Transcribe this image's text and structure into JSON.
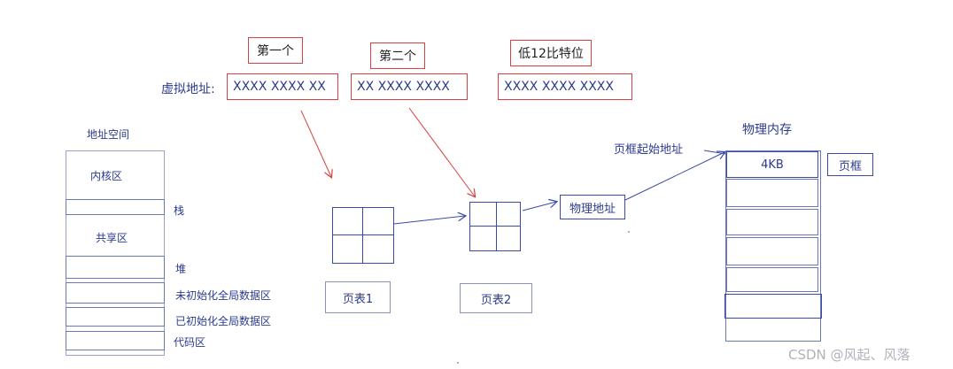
{
  "top_labels": {
    "first": "第一个",
    "second": "第二个",
    "low_bits": "低12比特位"
  },
  "virtual_address": {
    "label": "虚拟地址:",
    "seg1": "XXXX XXXX  XX",
    "seg2": "XX XXXX  XXXX",
    "seg3": "XXXX  XXXX XXXX"
  },
  "address_space": {
    "title": "地址空间",
    "kernel": "内核区",
    "stack": "栈",
    "shared": "共享区",
    "heap": "堆",
    "bss": "未初始化全局数据区",
    "data": "已初始化全局数据区",
    "code": "代码区"
  },
  "page_tables": {
    "table1": "页表1",
    "table2": "页表2"
  },
  "physical": {
    "address_label": "物理地址",
    "frame_start_label": "页框起始地址",
    "memory_title": "物理内存",
    "frame_size": "4KB",
    "frame_label": "页框"
  },
  "watermark": "CSDN @风起、风落",
  "colors": {
    "red": "#d94040",
    "blue": "#3a4aa8"
  }
}
